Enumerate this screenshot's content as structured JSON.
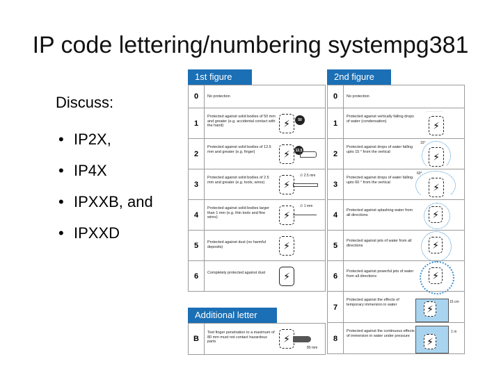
{
  "slide": {
    "title": "IP code lettering/numbering systempg381",
    "discuss_label": "Discuss:",
    "bullets": [
      "IP2X,",
      "IP4X",
      "IPXXB, and",
      "IPXXD"
    ]
  },
  "figure1": {
    "tab": "1st figure",
    "rows": [
      {
        "num": "0",
        "text": "No protection"
      },
      {
        "num": "1",
        "text": "Protected against solid bodies of 50 mm and greater (e.g. accidental contact with the hand)",
        "badge": "50"
      },
      {
        "num": "2",
        "text": "Protected against solid bodies of 12.5 mm and greater (e.g. finger)",
        "badge": "12.5"
      },
      {
        "num": "3",
        "text": "Protected against solid bodies of 2.5 mm and greater (e.g. tools, wires)",
        "dim": "∅ 2.5 mm"
      },
      {
        "num": "4",
        "text": "Protected against solid bodies larger than 1 mm (e.g. thin tools and fine wires)",
        "dim": "∅ 1 mm"
      },
      {
        "num": "5",
        "text": "Protected against dust (no harmful deposits)"
      },
      {
        "num": "6",
        "text": "Completely protected against dust"
      }
    ]
  },
  "figure2": {
    "tab": "2nd figure",
    "rows": [
      {
        "num": "0",
        "text": "No protection"
      },
      {
        "num": "1",
        "text": "Protected against vertically falling drops of water (condensation)"
      },
      {
        "num": "2",
        "text": "Protected against drops of water falling upto 15 ° from the vertical",
        "angle": "15°"
      },
      {
        "num": "3",
        "text": "Protected against drops of water falling upto 60 ° from the vertical",
        "angle": "60°"
      },
      {
        "num": "4",
        "text": "Protected against splashing water from all directions"
      },
      {
        "num": "5",
        "text": "Protected against jets of water from all directions"
      },
      {
        "num": "6",
        "text": "Protected against powerful jets of water from all directions"
      },
      {
        "num": "7",
        "text": "Protected against the effects of temporary immersion in water",
        "depth": "15 cm"
      },
      {
        "num": "8",
        "text": "Protected against the continuous effects of immersion in water under pressure",
        "depth": "1 m"
      }
    ]
  },
  "additional": {
    "tab": "Additional letter",
    "row": {
      "num": "B",
      "text": "Test finger penetration to a maximum of 80 mm must not contact hazardous parts",
      "dim": "80 mm"
    }
  },
  "icons": {
    "bolt": "⚡"
  }
}
